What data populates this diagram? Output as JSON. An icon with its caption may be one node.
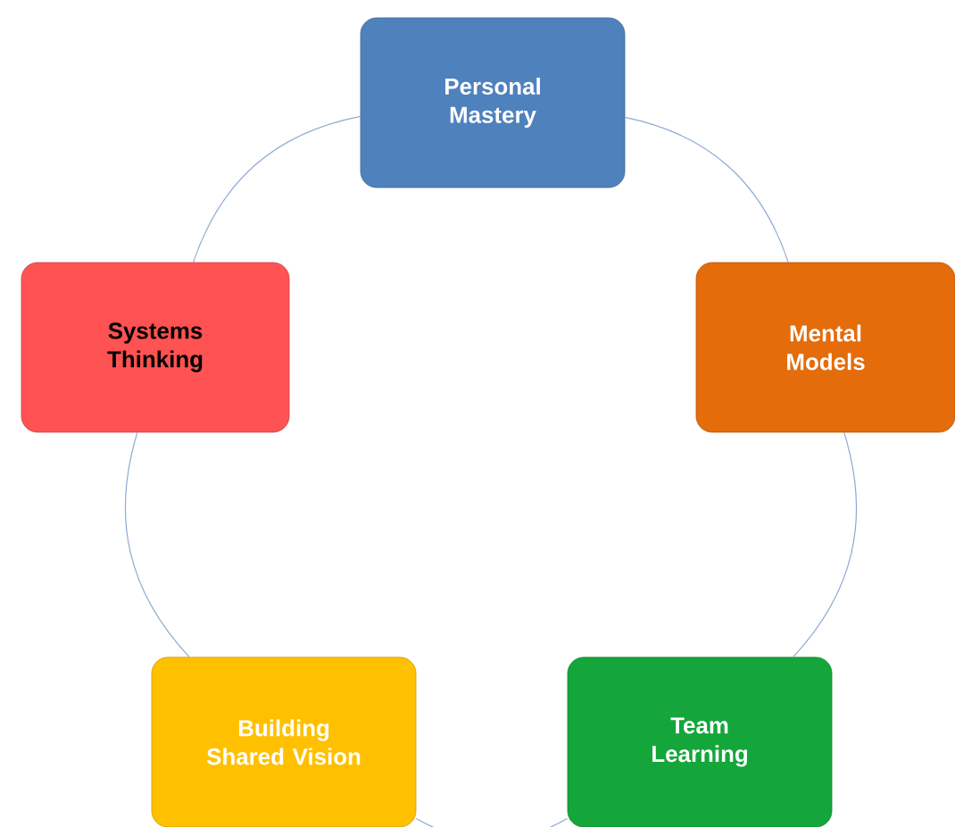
{
  "diagram": {
    "nodes": [
      {
        "text": [
          "Personal Mastery"
        ]
      },
      {
        "text": [
          "Mental Models"
        ]
      },
      {
        "text": [
          "Team Learning"
        ]
      },
      {
        "text": [
          "Building Shared Vision"
        ]
      },
      {
        "text": [
          "Systems Thinking"
        ]
      }
    ],
    "edges": [
      {
        "from": 0,
        "to": 1,
        "arrow": "none"
      },
      {
        "from": 1,
        "to": 2,
        "arrow": "none"
      },
      {
        "from": 2,
        "to": 3,
        "arrow": "none"
      },
      {
        "from": 3,
        "to": 4,
        "arrow": "none"
      },
      {
        "from": 4,
        "to": 0,
        "arrow": "none"
      }
    ]
  }
}
